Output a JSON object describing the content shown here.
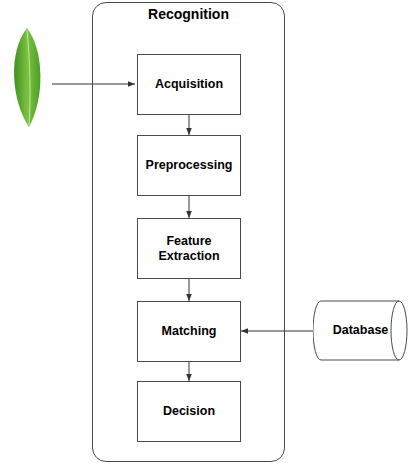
{
  "diagram": {
    "nodes": [
      {
        "text": [
          "Recognition"
        ]
      },
      {
        "text": [
          "Acquisition"
        ],
        "in": 0
      },
      {
        "text": [
          "Preprocessing"
        ],
        "in": 0
      },
      {
        "text": [
          "Feature Extraction"
        ],
        "in": 0
      },
      {
        "text": [
          "Matching"
        ],
        "in": 0
      },
      {
        "text": [
          "Decision"
        ],
        "in": 0
      },
      {
        "text": [
          "Database"
        ]
      }
    ],
    "edges": [
      {
        "from": 1,
        "to": 2,
        "arrow": "to"
      },
      {
        "from": 2,
        "to": 3,
        "arrow": "to"
      },
      {
        "from": 3,
        "to": 4,
        "arrow": "to"
      },
      {
        "from": 4,
        "to": 5,
        "arrow": "to"
      },
      {
        "from": 6,
        "to": 4,
        "arrow": "to"
      }
    ]
  }
}
